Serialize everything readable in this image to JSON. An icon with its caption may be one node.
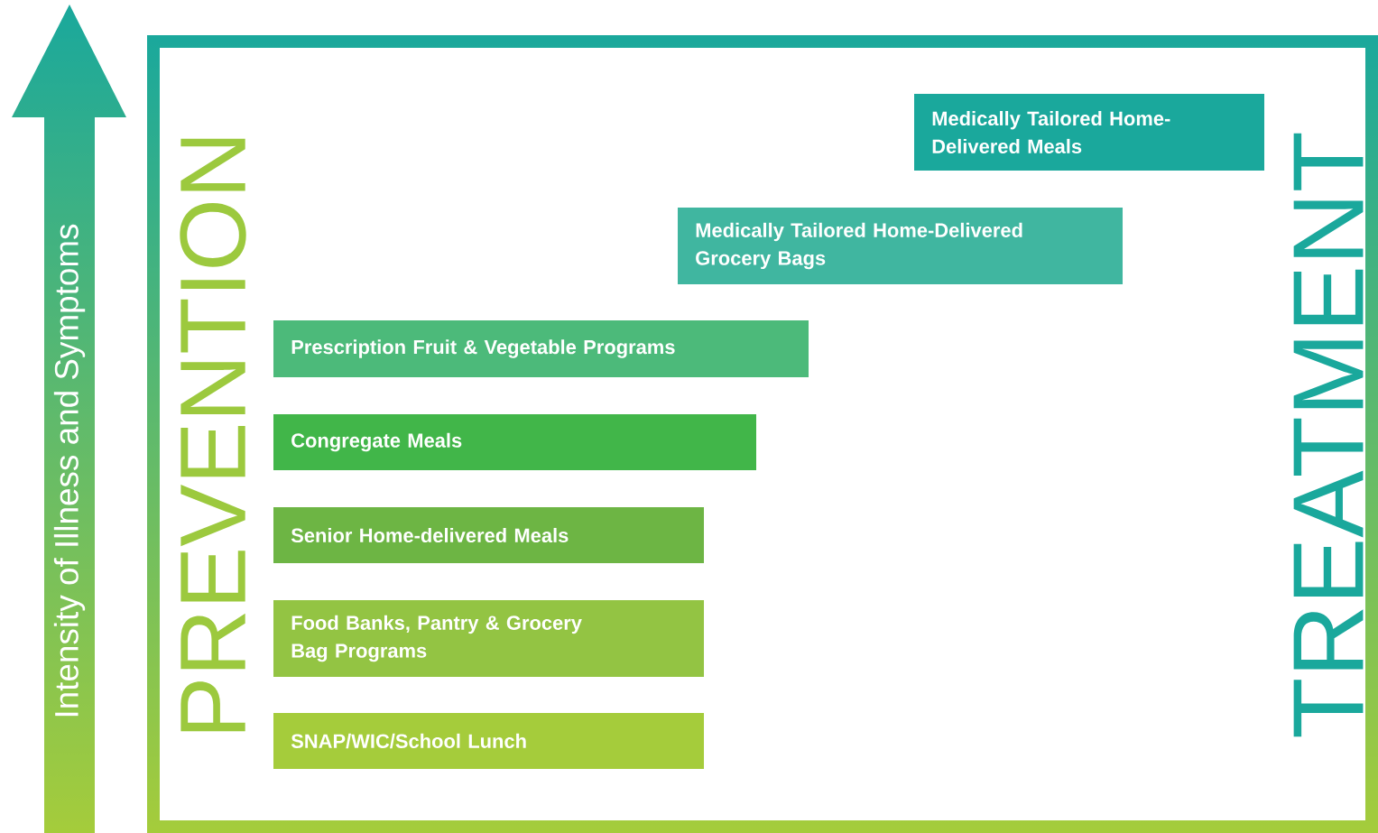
{
  "diagram": {
    "nodes": [
      {
        "text": [
          "Medically Tailored Home-Delivered Meals"
        ]
      },
      {
        "text": [
          "Medically Tailored Home-Delivered Grocery Bags"
        ]
      },
      {
        "text": [
          "Prescription Fruit & Vegetable Programs"
        ]
      },
      {
        "text": [
          "Congregate Meals"
        ]
      },
      {
        "text": [
          "Senior Home-delivered Meals"
        ]
      },
      {
        "text": [
          "Food Banks, Pantry & Grocery Bag Programs"
        ]
      },
      {
        "text": [
          "SNAP/WIC/School Lunch"
        ]
      }
    ],
    "labels": [
      "Intensity of Illness and Symptoms",
      "PREVENTION",
      "TREATMENT"
    ]
  }
}
